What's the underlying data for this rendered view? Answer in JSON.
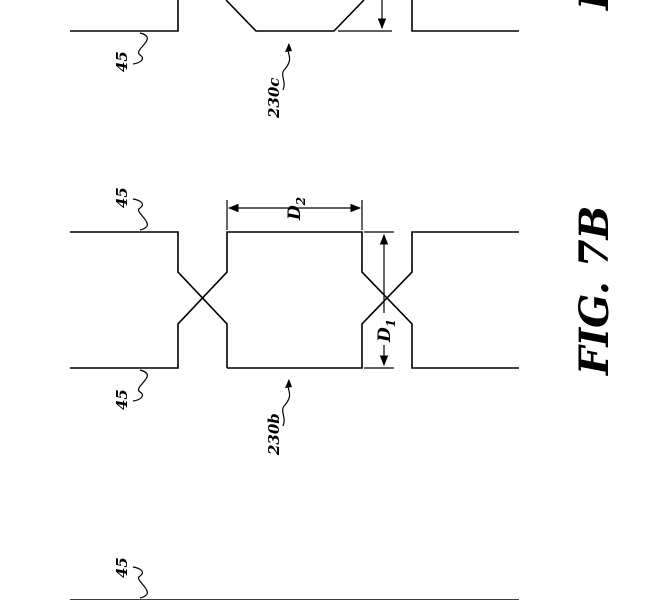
{
  "figure": {
    "caption": "FIG. 7B",
    "caption_partial_top": "I"
  },
  "labels": {
    "ref_45_upper_a": "45",
    "ref_45_mid_top": "45",
    "ref_45_mid_bottom": "45",
    "ref_45_lower": "45",
    "element_230c": "230c",
    "element_230b": "230b"
  },
  "dimensions": {
    "d2": {
      "main": "D",
      "sub": "2"
    },
    "d1": {
      "main": "D",
      "sub": "1"
    }
  },
  "colors": {
    "line": "#000000",
    "background": "#ffffff"
  }
}
